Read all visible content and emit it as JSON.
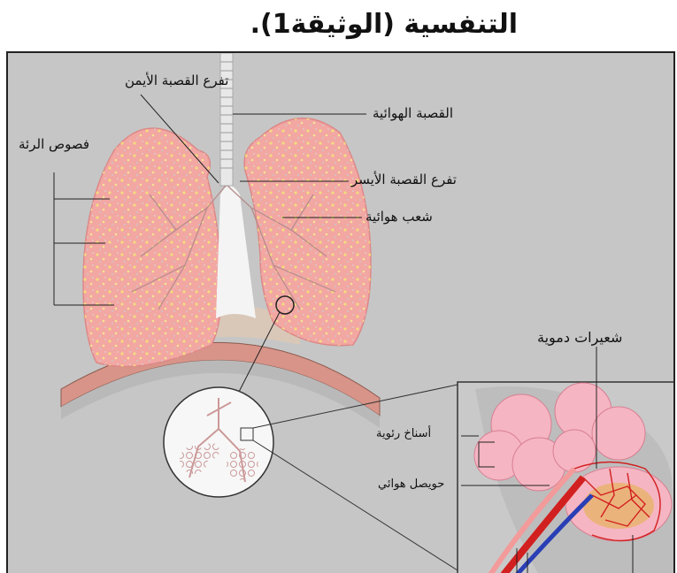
{
  "title": "التنفسية (الوثيقة1).",
  "labels": {
    "right_bronchus_branch": "تفرع القصبة الأيمن",
    "lung_lobes": "فصوص الرئة",
    "trachea": "القصبة الهوائية",
    "left_bronchus_branch": "تفرع القصبة الأيسر",
    "bronchi": "شعب هوائية",
    "blood_capillaries": "شعيرات دموية",
    "pulmonary_sacs": "أسناخ رئوية",
    "alveolus": "حويصل هوائي"
  },
  "colors": {
    "lung_fill": "#f2a7a3",
    "lung_mottle": "#f4e27a",
    "background": "#c6c6c6",
    "artery": "#d21f1f",
    "vein": "#2a3fb5",
    "alveoli_pink": "#f5b5c2"
  }
}
